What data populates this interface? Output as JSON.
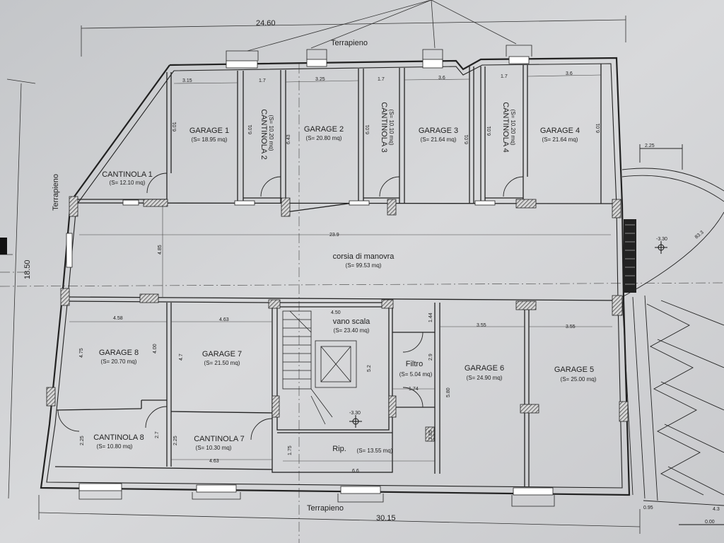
{
  "rooms": {
    "garage1": {
      "name": "GARAGE 1",
      "area": "(S= 18.95 mq)"
    },
    "cantinola2": {
      "name": "CANTINOLA 2",
      "area": "(S= 10.20 mq)"
    },
    "garage2": {
      "name": "GARAGE 2",
      "area": "(S= 20.80 mq)"
    },
    "cantinola3": {
      "name": "CANTINOLA 3",
      "area": "(S= 10.10 mq)"
    },
    "garage3": {
      "name": "GARAGE 3",
      "area": "(S= 21.64 mq)"
    },
    "cantinola4": {
      "name": "CANTINOLA 4",
      "area": "(S= 10.20 mq)"
    },
    "garage4": {
      "name": "GARAGE 4",
      "area": "(S= 21.64 mq)"
    },
    "cantinola1": {
      "name": "CANTINOLA 1",
      "area": "(S= 12.10 mq)"
    },
    "corsia": {
      "name": "corsia di manovra",
      "area": "(S= 99.53 mq)"
    },
    "garage8": {
      "name": "GARAGE 8",
      "area": "(S= 20.70 mq)"
    },
    "garage7": {
      "name": "GARAGE 7",
      "area": "(S= 21.50 mq)"
    },
    "vanoscala": {
      "name": "vano scala",
      "area": "(S= 23.40 mq)"
    },
    "filtro": {
      "name": "Filtro",
      "area": "(S= 5.04 mq)"
    },
    "garage6": {
      "name": "GARAGE 6",
      "area": "(S= 24.90 mq)"
    },
    "garage5": {
      "name": "GARAGE 5",
      "area": "(S= 25.00 mq)"
    },
    "cantinola8": {
      "name": "CANTINOLA 8",
      "area": "(S= 10.80 mq)"
    },
    "cantinola7": {
      "name": "CANTINOLA 7",
      "area": "(S= 10.30 mq)"
    },
    "rip": {
      "name": "Rip.",
      "area": "(S= 13.55 mq)"
    }
  },
  "labels": {
    "terrapieno_top": "Terrapieno",
    "terrapieno_left": "Terrapieno",
    "terrapieno_bottom": "Terrapieno",
    "overall_width_top": "24.60",
    "overall_width_bottom": "30.15",
    "overall_height": "18.50",
    "level_right": "-3.30",
    "level_stair": "-3.30",
    "ramp_dim": "83.3",
    "ramp_width": "2.25",
    "bottom_right_dim": "0.95",
    "bottom_right_level": "0.00",
    "bottom_right_small": "4.3"
  },
  "dims": {
    "d315": "3.15",
    "d17a": "1.7",
    "d325": "3.25",
    "d17b": "1.7",
    "d36a": "3.6",
    "d17c": "1.7",
    "d36b": "3.6",
    "v601a": "6.01",
    "v601b": "6.01",
    "v643": "6.43",
    "v601c": "6.01",
    "v601d": "6.01",
    "v601e": "6.01",
    "v601f": "6.01",
    "d239": "23.9",
    "v485": "4.85",
    "d458": "4.58",
    "d463a": "4.63",
    "d450": "4.50",
    "d355a": "3.55",
    "d355b": "3.55",
    "v475": "4.75",
    "v400": "4.00",
    "v47": "4.7",
    "v52": "5.2",
    "v144": "1.44",
    "v29": "2.9",
    "v580": "5.80",
    "d174": "1.74",
    "v225a": "2.25",
    "v27": "2.7",
    "v225b": "2.25",
    "v285": "2.85",
    "d463b": "4.63",
    "v175": "1.75",
    "d66": "6.6"
  }
}
